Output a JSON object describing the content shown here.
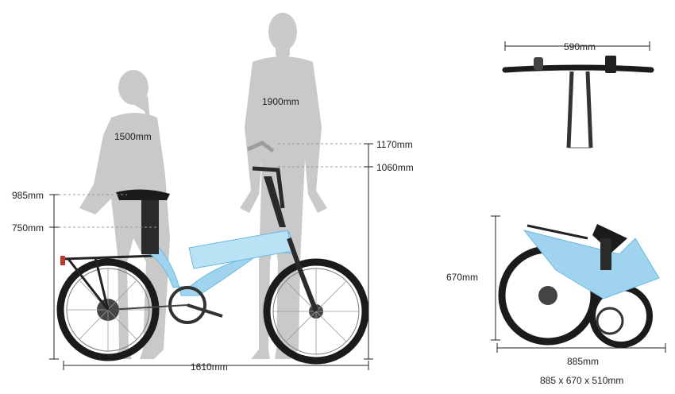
{
  "heights": {
    "person_tall": "1900mm",
    "person_short": "1500mm",
    "handlebar_max": "1170mm",
    "handlebar_min": "1060mm",
    "seat_max": "985mm",
    "seat_min": "750mm"
  },
  "lengths": {
    "bike_length": "1610mm",
    "handlebar_width": "590mm",
    "folded_height": "670mm",
    "folded_length": "885mm",
    "folded_dims": "885 x 670 x 510mm"
  },
  "colors": {
    "frame": "#9fd3ee",
    "frame_dark": "#6bb9e0",
    "silhouette": "#c9c9c9",
    "tire": "#1b1b1b",
    "line": "#222222"
  },
  "icons": {
    "person_tall": "person-silhouette-icon",
    "person_short": "person-silhouette-icon",
    "bike": "folding-ebike-icon",
    "folded_bike": "folded-ebike-icon",
    "handlebar": "handlebar-icon"
  }
}
